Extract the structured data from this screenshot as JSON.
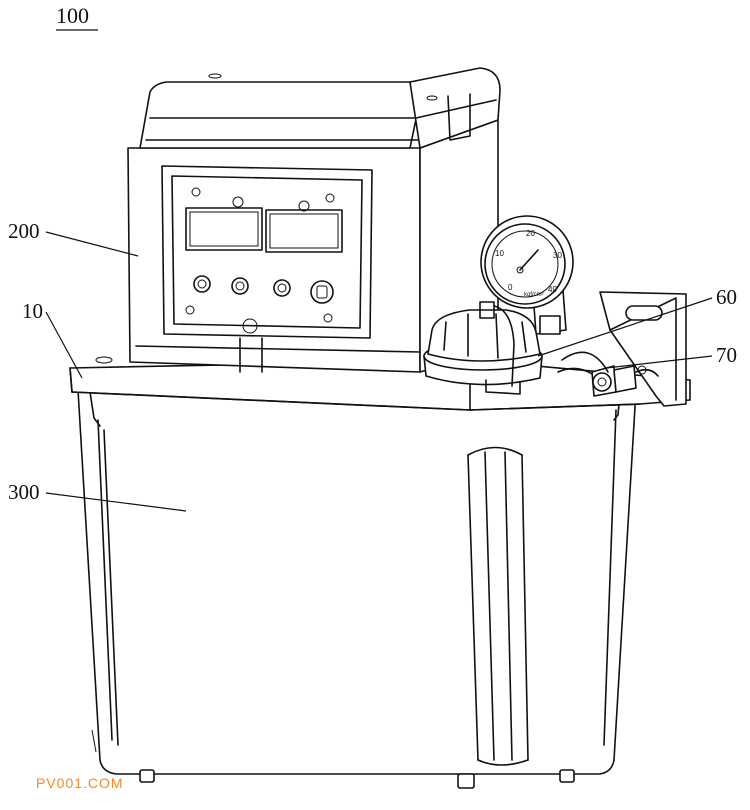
{
  "figure": {
    "title": "100",
    "labels": {
      "housing": "200",
      "base": "10",
      "tank": "300",
      "cap": "60",
      "fitting": "70"
    },
    "gauge": {
      "scale": [
        "0",
        "10",
        "20",
        "30",
        "40"
      ],
      "brand": "kgf/cm²"
    },
    "watermark": "PV001.COM"
  }
}
